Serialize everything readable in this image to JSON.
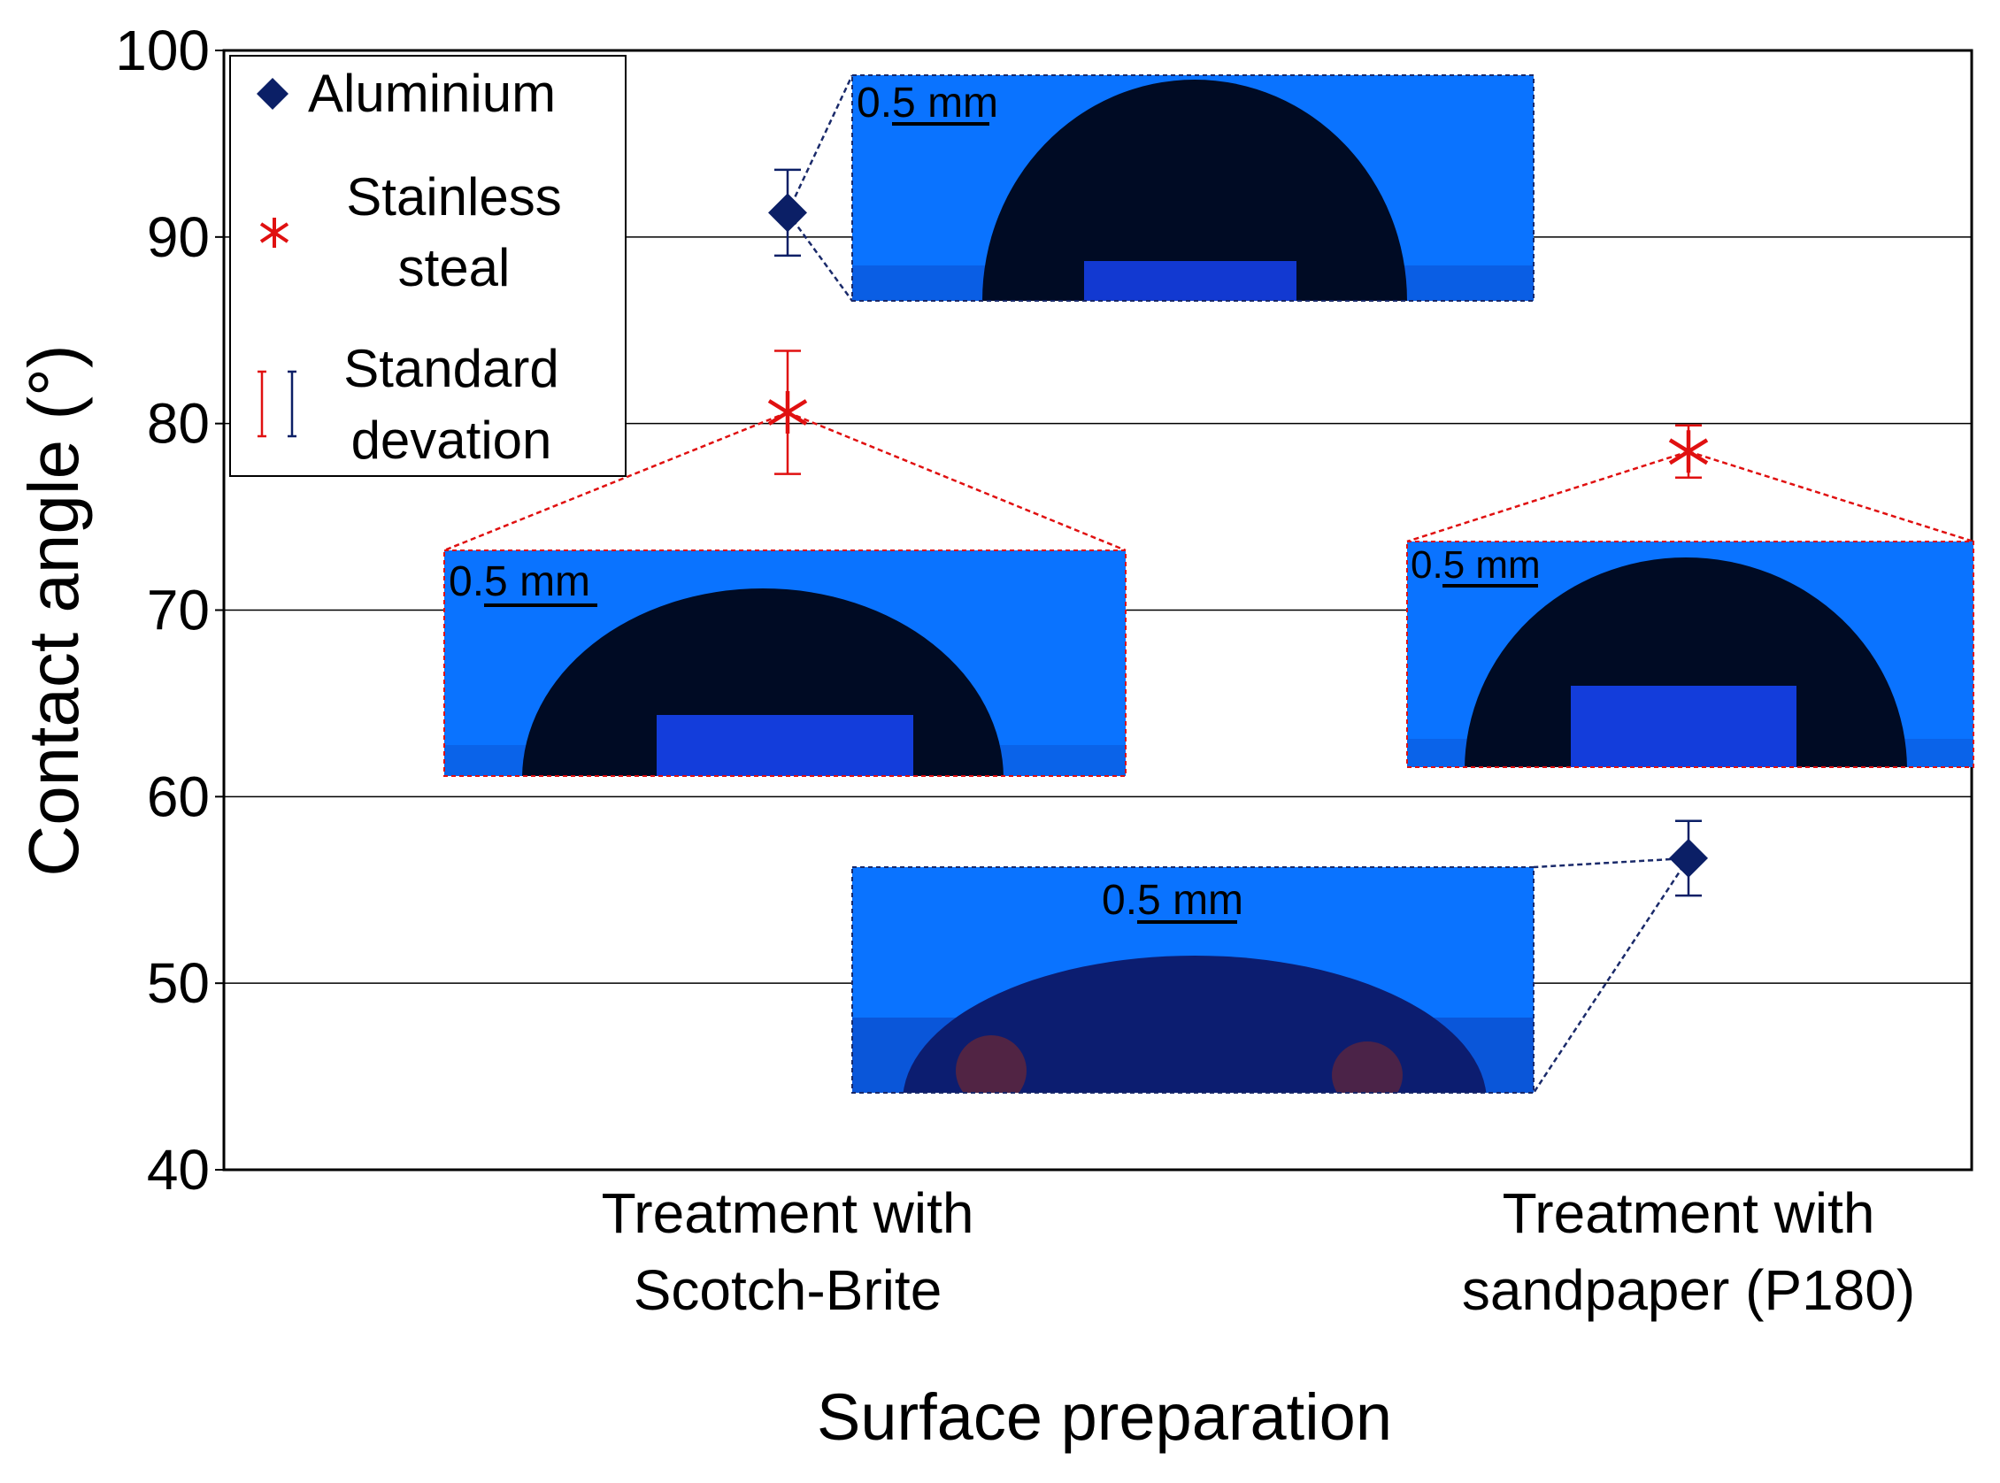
{
  "chart_data": {
    "type": "scatter",
    "xlabel": "Surface preparation",
    "ylabel": "Contact angle (°)",
    "ylim": [
      40,
      100
    ],
    "yticks": [
      40,
      50,
      60,
      70,
      80,
      90,
      100
    ],
    "grid": "horizontal",
    "categories": [
      [
        "Treatment with",
        "Scotch-Brite"
      ],
      [
        "Treatment with",
        "sandpaper (P180)"
      ]
    ],
    "series": [
      {
        "name": "Aluminium",
        "marker": "diamond",
        "color": "#0b1f66",
        "values": [
          91.3,
          56.7
        ],
        "errors": [
          2.3,
          2.0
        ]
      },
      {
        "name": "Stainless steal",
        "legend_lines": [
          "Stainless",
          "steal"
        ],
        "marker": "asterisk",
        "color": "#e01010",
        "values": [
          80.6,
          78.5
        ],
        "errors": [
          3.3,
          1.4
        ]
      }
    ],
    "legend": {
      "position": "top-left",
      "error_entry": [
        "Standard",
        "devation"
      ]
    },
    "insets": [
      {
        "label": "0.5 mm",
        "series": "Aluminium",
        "category": 0,
        "border_color": "#1a2a6a"
      },
      {
        "label": "0.5 mm",
        "series": "Stainless steal",
        "category": 0,
        "border_color": "#e01010"
      },
      {
        "label": "0.5 mm",
        "series": "Stainless steal",
        "category": 1,
        "border_color": "#e01010"
      },
      {
        "label": "0.5 mm",
        "series": "Aluminium",
        "category": 1,
        "border_color": "#1a2a6a"
      }
    ]
  },
  "colors": {
    "inset_background": "#0a73ff",
    "drop": "#000b24",
    "drop_highlight": "#1542f0"
  }
}
